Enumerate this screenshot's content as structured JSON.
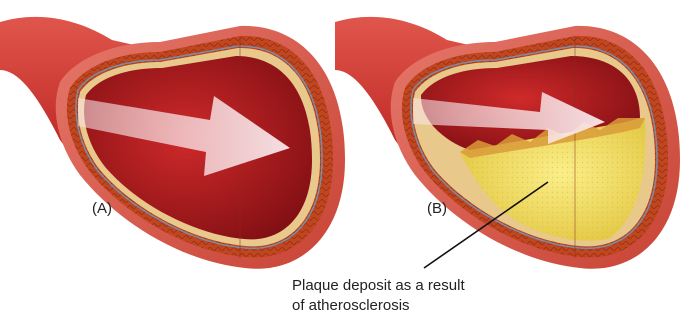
{
  "panels": [
    {
      "label": "(A)",
      "condition": "healthy",
      "plaque": false
    },
    {
      "label": "(B)",
      "condition": "narrowed",
      "plaque": true
    }
  ],
  "callout": {
    "line1": "Plaque deposit as a result",
    "line2": "of atherosclerosis"
  },
  "colors": {
    "vessel_outer": "#c8322e",
    "vessel_wall": "#d9534a",
    "lumen": "#a3121a",
    "media_layer": "#b8431f",
    "intima": "#e8c68a",
    "endothelium_line": "#6aa0c8",
    "flow_arrow": "#f4d9dc",
    "plaque": "#f0d84a"
  }
}
